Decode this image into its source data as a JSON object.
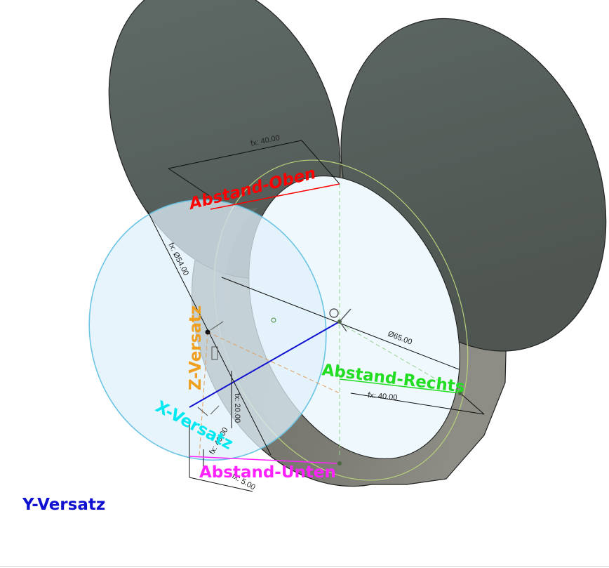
{
  "labels": {
    "abstand_oben": "Abstand-Oben",
    "abstand_rechts": "Abstand-Rechts",
    "abstand_unten": "Abstand-Unten",
    "z_versatz": "Z-Versatz",
    "x_versatz": "X-Versatz",
    "y_versatz": "Y-Versatz"
  },
  "dimensions": {
    "top": "fx: 40.00",
    "disc_diameter": "fx: Ø54.00",
    "ring_diameter": "Ø65.00",
    "right": "fx: 40.00",
    "vertical": "fx: 20.00",
    "bottom_small": "fx: 40.00",
    "bottom": "fx: 5.00"
  },
  "colors": {
    "abstand_oben": "#ff0000",
    "abstand_rechts": "#22dd22",
    "abstand_unten": "#ff22ff",
    "z_versatz": "#f0a020",
    "x_versatz": "#00e8f0",
    "y_versatz": "#1010d0",
    "ring_face": "#5b6560",
    "ring_side": "#6f706a",
    "disc_fill": "#dff0fa",
    "disc_stroke": "#6cc4e4"
  },
  "icons": [
    "axis-gizmo-icon",
    "constraint-symbol-icon"
  ]
}
